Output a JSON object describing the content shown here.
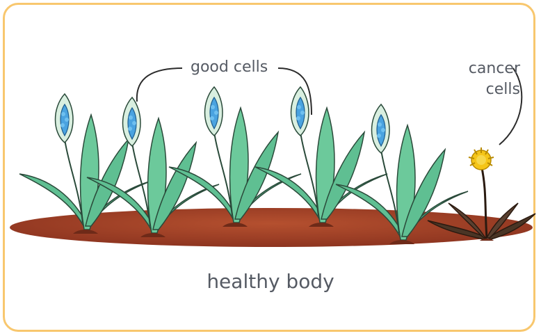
{
  "labels": {
    "good_cells": "good cells",
    "cancer_cells_line1": "cancer",
    "cancer_cells_line2": "cells",
    "caption": "healthy body"
  },
  "colors": {
    "frame_border": "#f8c76e",
    "soil": "#a9462b",
    "leaf": "#5fbf92",
    "leaf_outline": "#2a4a3a",
    "bud": "#4aa3e0",
    "weed_leaf": "#4a3525",
    "weed_flower": "#f5c518",
    "label_text": "#555a63"
  },
  "icons": {
    "good_plant": "peace-lily-plant",
    "cancer_plant": "dandelion-weed"
  }
}
